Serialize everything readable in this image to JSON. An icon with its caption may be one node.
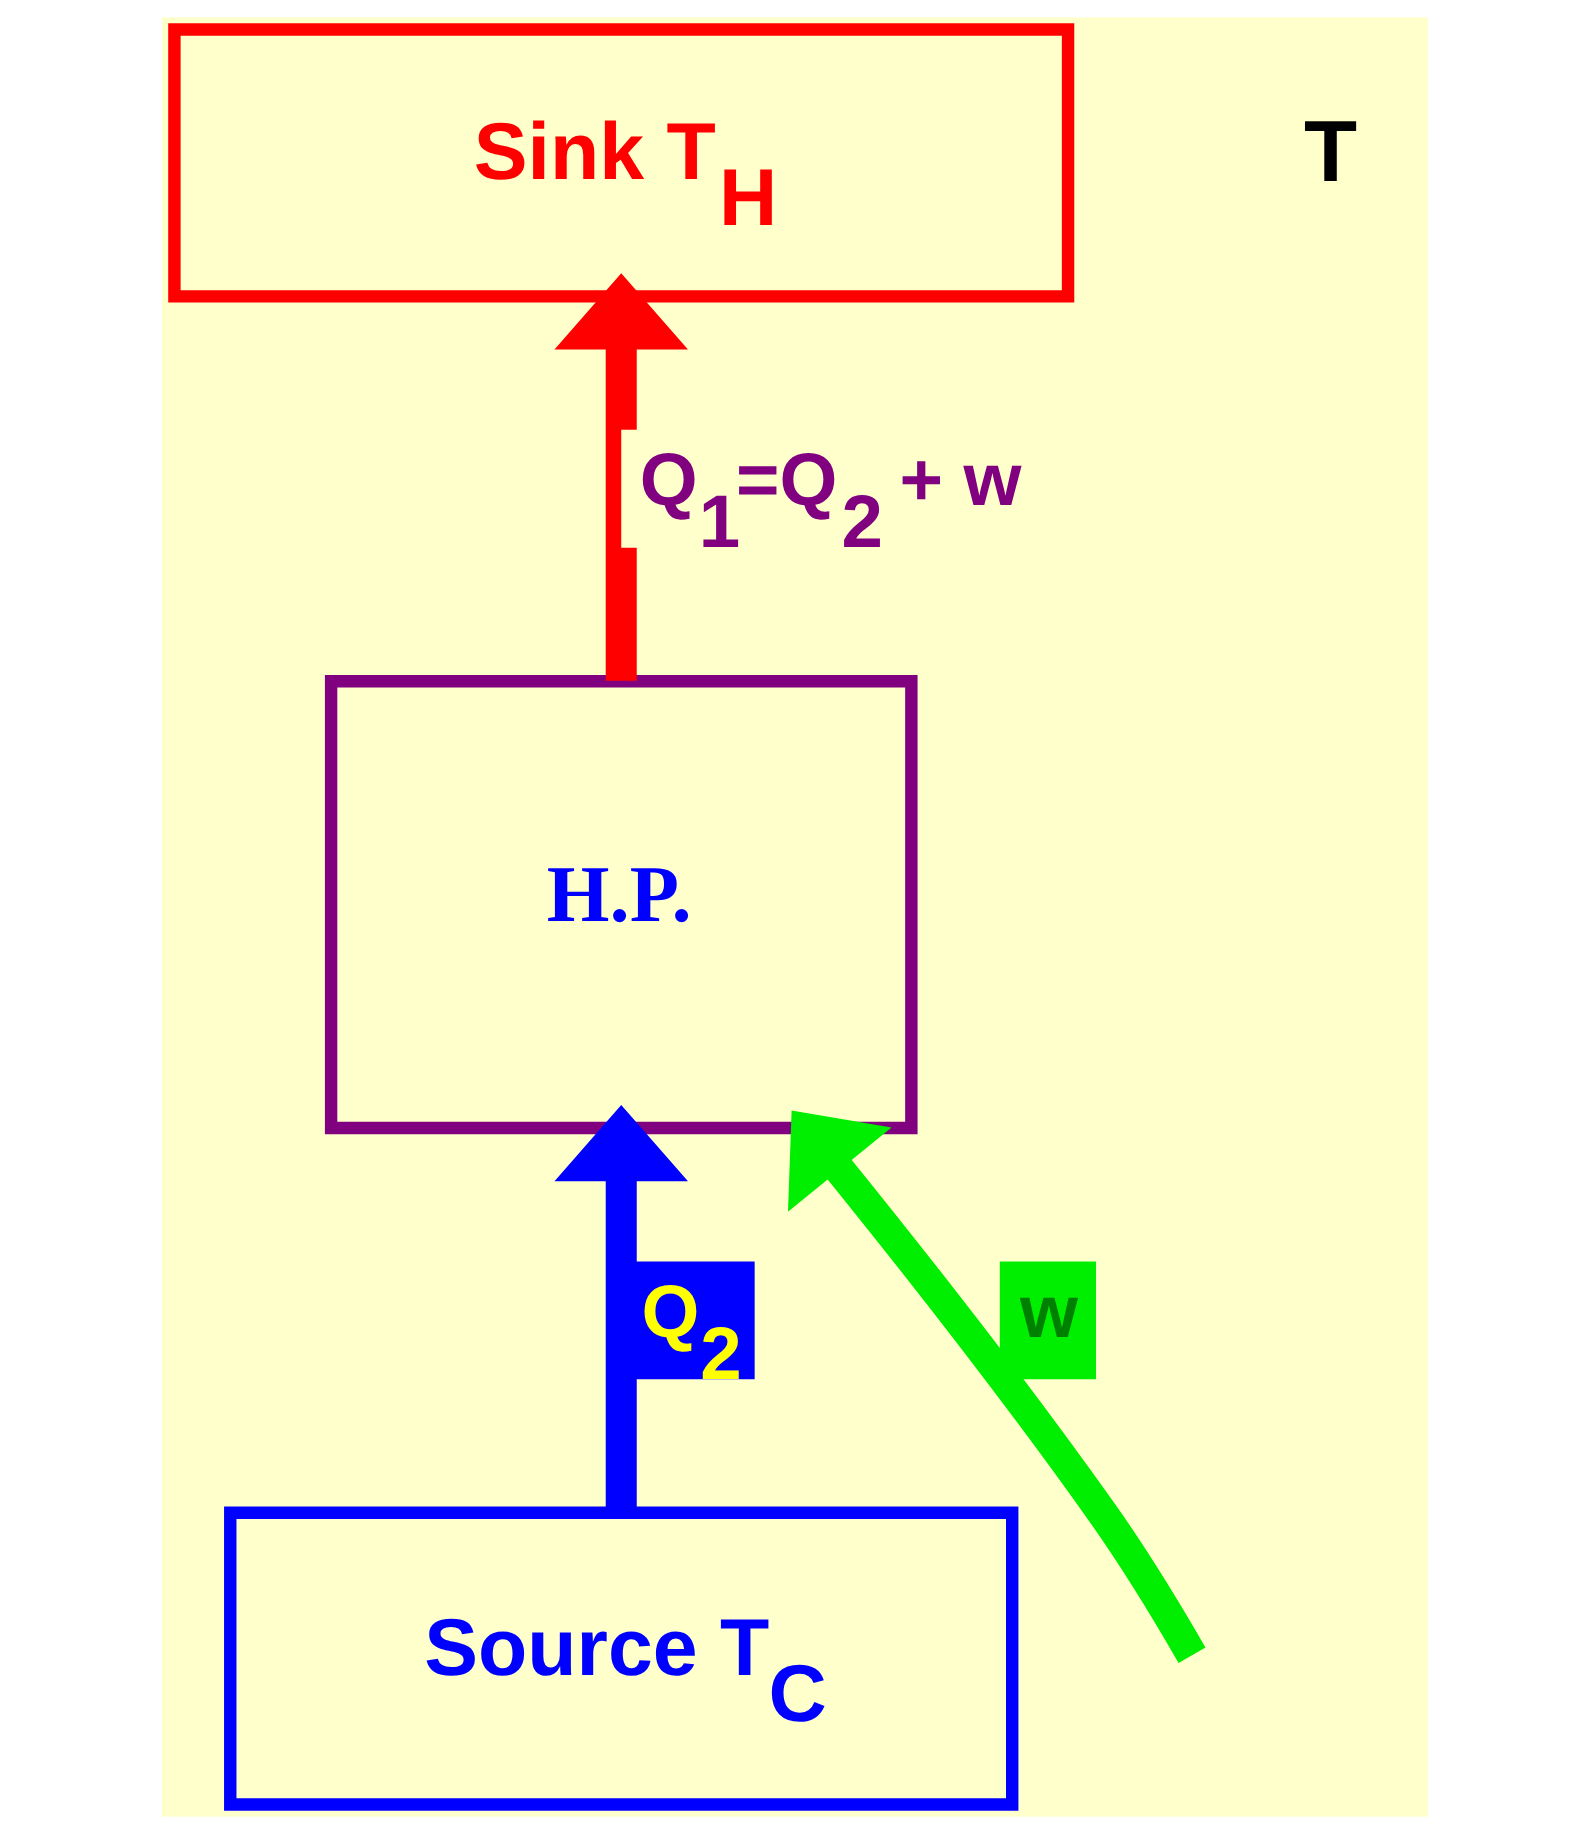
{
  "diagram": {
    "nodes": [
      {
        "text": [
          "Sink T$_{H}$"
        ]
      },
      {
        "text": [
          "H.P."
        ]
      },
      {
        "text": [
          "Source T$_{C}$"
        ]
      }
    ],
    "edges": [
      {
        "from": 2,
        "to": 1,
        "arrow": "to",
        "label": "Q$_{2}$",
        "color": "#0000ff"
      },
      {
        "from": 1,
        "to": 0,
        "arrow": "to",
        "label": "Q$_{1}$=Q$_{2}$ + w",
        "color": "#ff0000"
      },
      {
        "from": null,
        "to": 1,
        "arrow": "to",
        "label": "w",
        "color": "#00ee00"
      }
    ],
    "labels": [
      "T"
    ]
  }
}
